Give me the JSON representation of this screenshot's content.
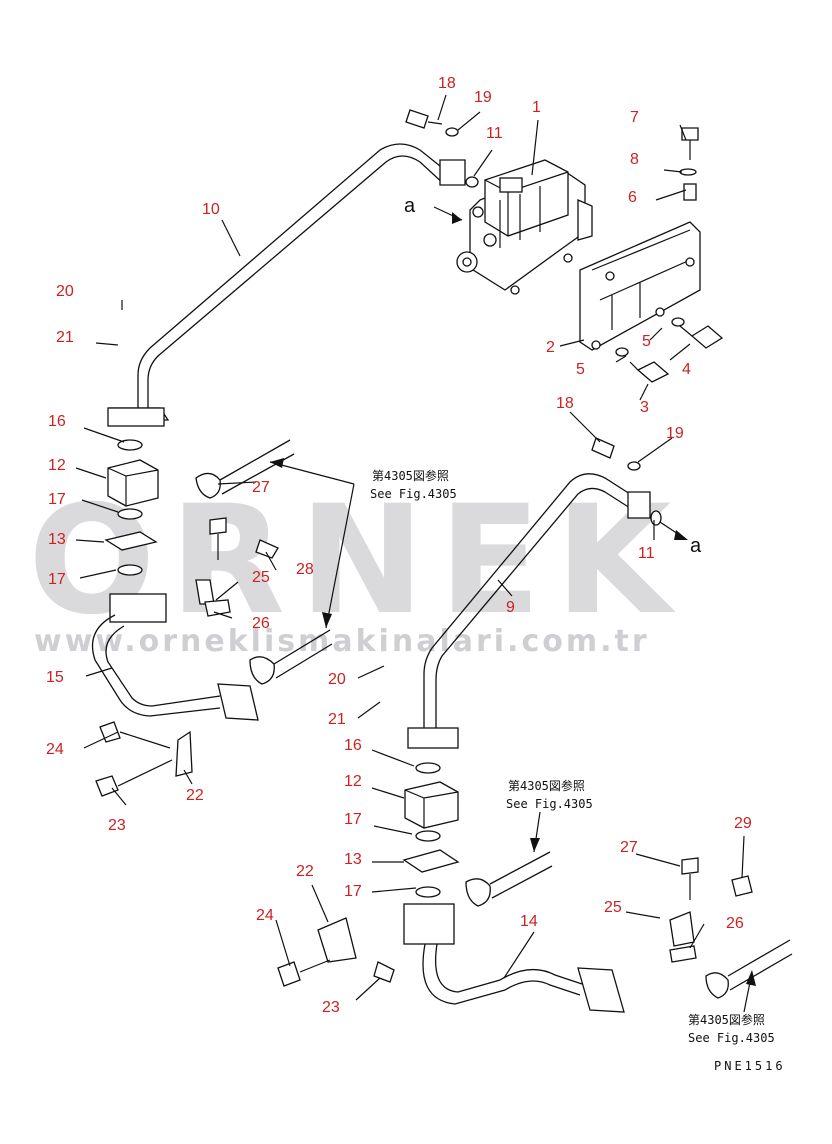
{
  "watermark": {
    "brand": "ORNEK",
    "url": "www.orneklismakinalari.com.tr"
  },
  "drawing_code": "PNE1516",
  "view_marker": "a",
  "reference_notes": {
    "jp": "第4305図参照",
    "en": "See Fig.4305"
  },
  "part_numbers": [
    "1",
    "2",
    "3",
    "4",
    "5",
    "6",
    "7",
    "8",
    "9",
    "10",
    "11",
    "12",
    "13",
    "14",
    "15",
    "16",
    "17",
    "18",
    "19",
    "20",
    "21",
    "22",
    "23",
    "24",
    "25",
    "26",
    "27",
    "28",
    "29"
  ]
}
